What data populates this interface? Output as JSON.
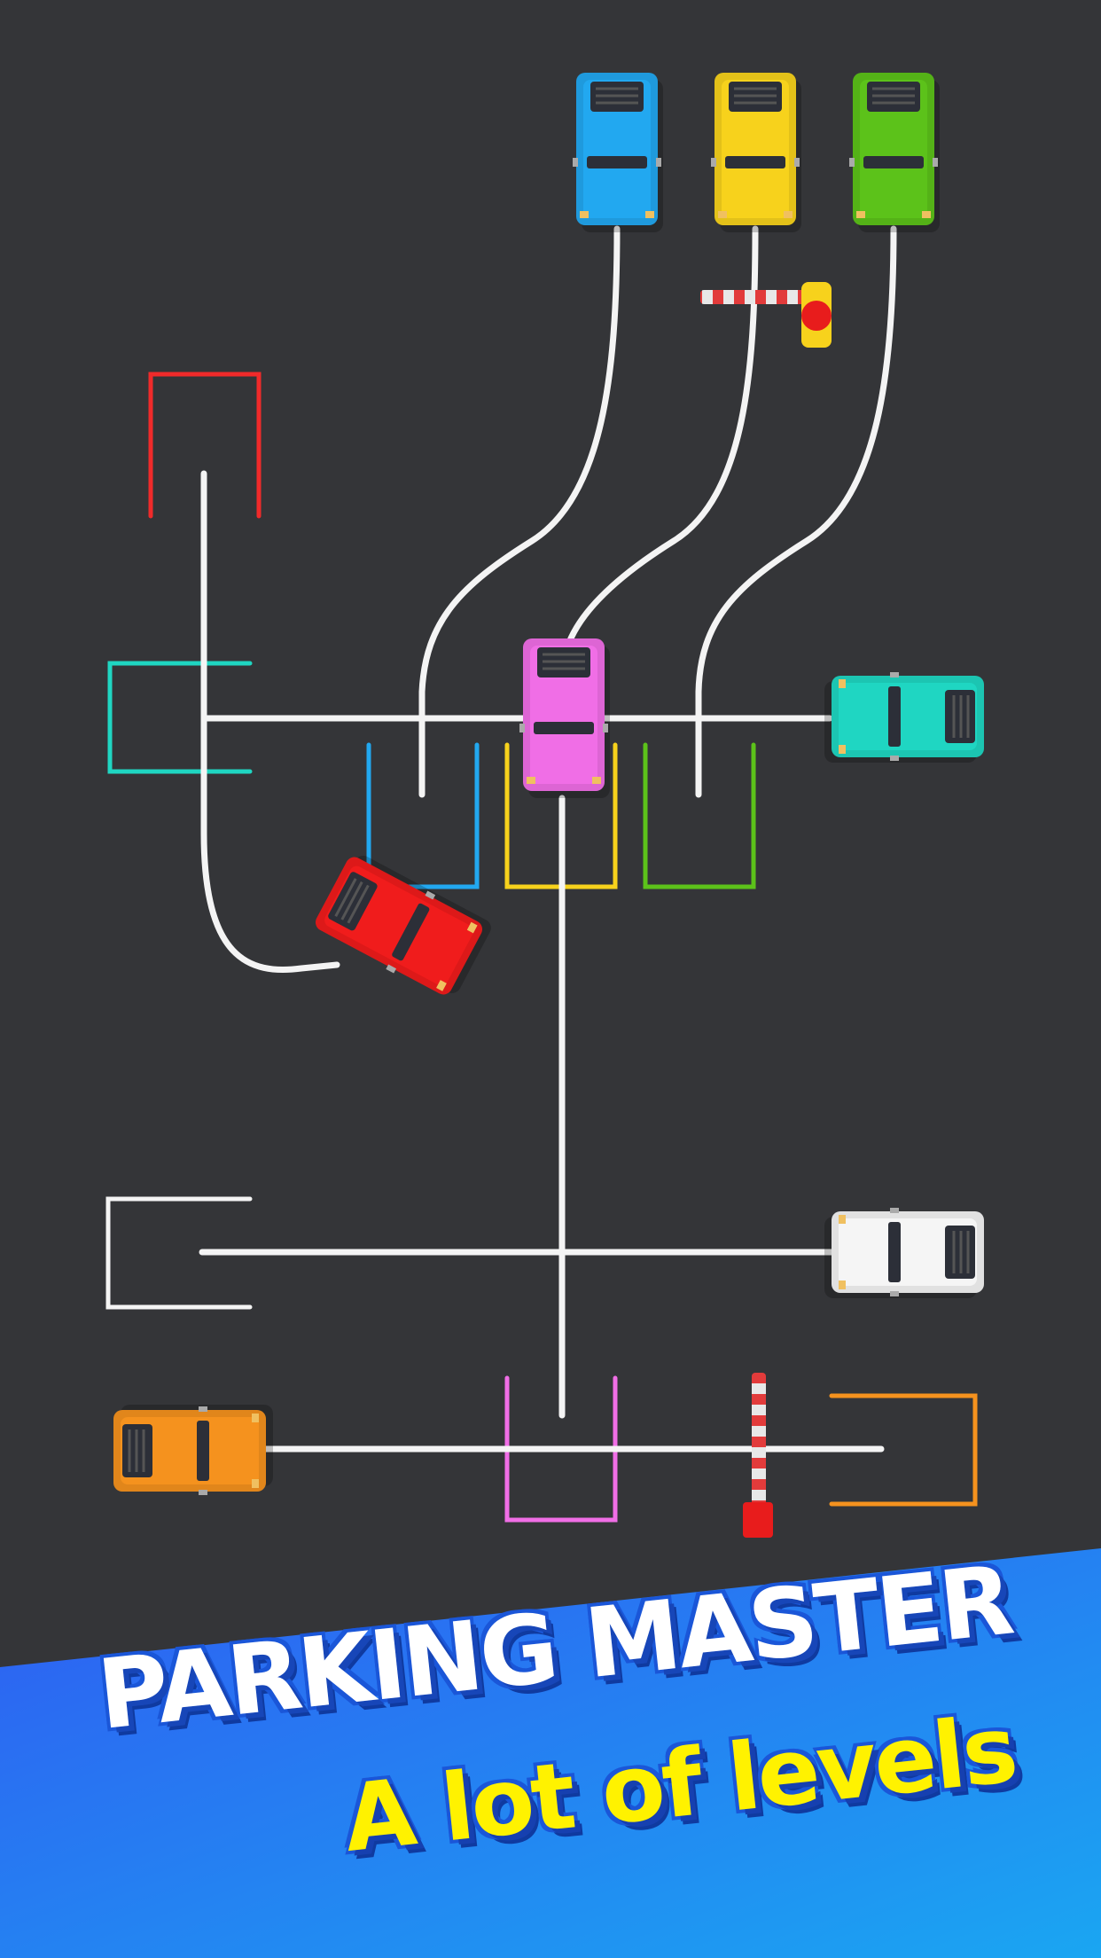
{
  "banner": {
    "title": "PARKING MASTER",
    "subtitle": "A lot of levels"
  },
  "colors": {
    "asphalt": "#343538",
    "banner_blue": "#2f5cf2",
    "banner_cyan": "#1aa6f2",
    "title_white": "#ffffff",
    "subtitle_yellow": "#fff200",
    "car_blue": "#22a8f0",
    "car_yellow": "#f7d21c",
    "car_green": "#5cc21a",
    "car_pink": "#f06ee6",
    "car_teal": "#1fd6c2",
    "car_red": "#f01c1c",
    "car_white": "#f5f5f5",
    "car_orange": "#f5921e",
    "path_white": "#f4f4f4"
  },
  "cars": [
    {
      "name": "blue-car",
      "color": "car_blue"
    },
    {
      "name": "yellow-car",
      "color": "car_yellow"
    },
    {
      "name": "green-car",
      "color": "car_green"
    },
    {
      "name": "pink-car",
      "color": "car_pink"
    },
    {
      "name": "teal-car",
      "color": "car_teal"
    },
    {
      "name": "red-car",
      "color": "car_red"
    },
    {
      "name": "white-car",
      "color": "car_white"
    },
    {
      "name": "orange-car",
      "color": "car_orange"
    }
  ],
  "parking_spots": [
    "red",
    "teal",
    "blue",
    "yellow",
    "green",
    "white",
    "pink",
    "orange"
  ],
  "barriers": [
    "top-barrier",
    "bottom-barrier"
  ]
}
